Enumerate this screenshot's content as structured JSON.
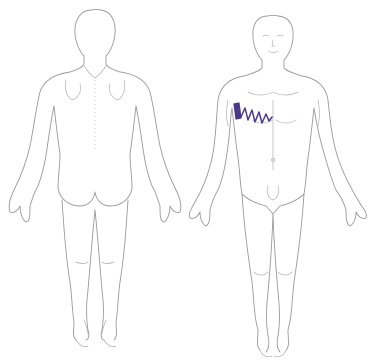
{
  "diagram": {
    "views": [
      "back",
      "front"
    ],
    "colors": {
      "outline": "#9a9a9a",
      "background": "#ffffff",
      "marking": "#4b3a8a"
    },
    "markings": [
      {
        "view": "front",
        "region": "right-chest",
        "style": "solid-bar-with-zigzag"
      }
    ]
  }
}
